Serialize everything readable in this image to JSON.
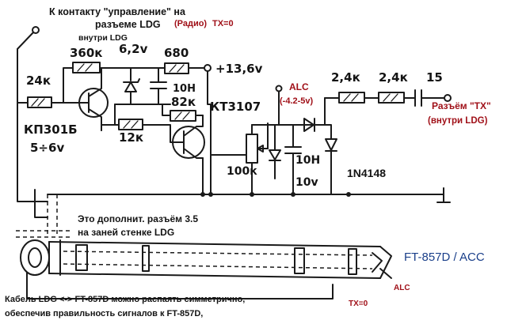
{
  "labels": {
    "top_note_line1": "К контакту \"управление\" на",
    "top_note_line2": "разъеме LDG",
    "top_note_radio": "(Радио)",
    "top_note_tx0": "TX=0",
    "inside_ldg_top": "внутри LDG",
    "r_360k": "360к",
    "c_6v2": "6,2v",
    "r_680": "680",
    "supply": "+13,6v",
    "r_24k": "24к",
    "c_10h_top": "10H",
    "alc_label": "ALC",
    "alc_range": "(-4.2-5v)",
    "r_2_4k_a": "2,4к",
    "r_2_4k_b": "2,4к",
    "c_15": "15",
    "r_82k": "82к",
    "q_kt3107": "КТ3107",
    "tx_connector_line1": "Разъём \"TX\"",
    "tx_connector_line2": "(внутри LDG)",
    "q_kp301": "КП301Б",
    "q_kp301_v": "5÷6v",
    "r_12k": "12к",
    "r_100k": "100к",
    "c_10h_bottom": "10H",
    "c_10v": "10v",
    "d_1n4148": "1N4148",
    "extra_jack_line1": "Это дополнит. разъём 3.5",
    "extra_jack_line2": "на заней стенке LDG",
    "radio_model": "FT-857D / ACC",
    "alc_bottom": "ALC",
    "tx0_bottom": "TX=0",
    "cable_note_line1": "Кабель LDG <-> FT-857D можно распаять симметрично,",
    "cable_note_line2": "обеспечив правильность  сигналов к FT-857D,"
  },
  "colors": {
    "ink": "#1a1a1a",
    "red": "#a01018",
    "blue": "#1a3f8a",
    "background": "#ffffff"
  }
}
